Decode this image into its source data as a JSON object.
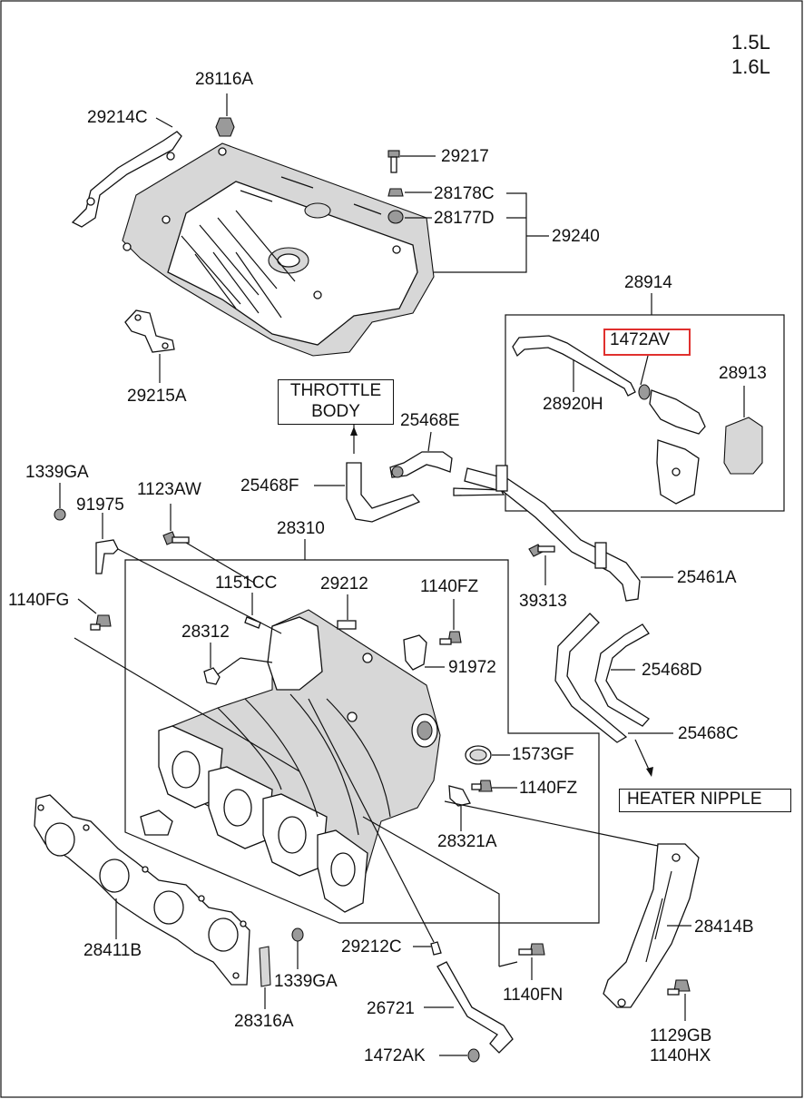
{
  "engine": [
    "1.5L",
    "1.6L"
  ],
  "labels": {
    "p28116A": "28116A",
    "p29214C": "29214C",
    "p29217": "29217",
    "p28178C": "28178C",
    "p28177D": "28177D",
    "p29240": "29240",
    "p28914": "28914",
    "p1472AV": "1472AV",
    "p28913": "28913",
    "p28920H": "28920H",
    "p29215A": "29215A",
    "throttle_body": "THROTTLE BODY",
    "p25468E": "25468E",
    "p1339GA_top": "1339GA",
    "p25468F": "25468F",
    "p1123AW": "1123AW",
    "p91975": "91975",
    "p28310": "28310",
    "p1151CC": "1151CC",
    "p29212": "29212",
    "p1140FZ_top": "1140FZ",
    "p39313": "39313",
    "p25461A": "25461A",
    "p1140FG": "1140FG",
    "p28312": "28312",
    "p91972": "91972",
    "p25468D": "25468D",
    "p25468C": "25468C",
    "p1573GF": "1573GF",
    "p1140FZ_mid": "1140FZ",
    "heater_nipple": "HEATER NIPPLE",
    "p28321A": "28321A",
    "p28414B": "28414B",
    "p28411B": "28411B",
    "p29212C": "29212C",
    "p1339GA_bot": "1339GA",
    "p26721": "26721",
    "p1140FN": "1140FN",
    "p28316A": "28316A",
    "p1129GB": "1129GB",
    "p1140HX": "1140HX",
    "p1472AK": "1472AK"
  },
  "colors": {
    "highlight": "#e0302e",
    "line": "#111111",
    "fill_shade": "#d7d7d7"
  }
}
